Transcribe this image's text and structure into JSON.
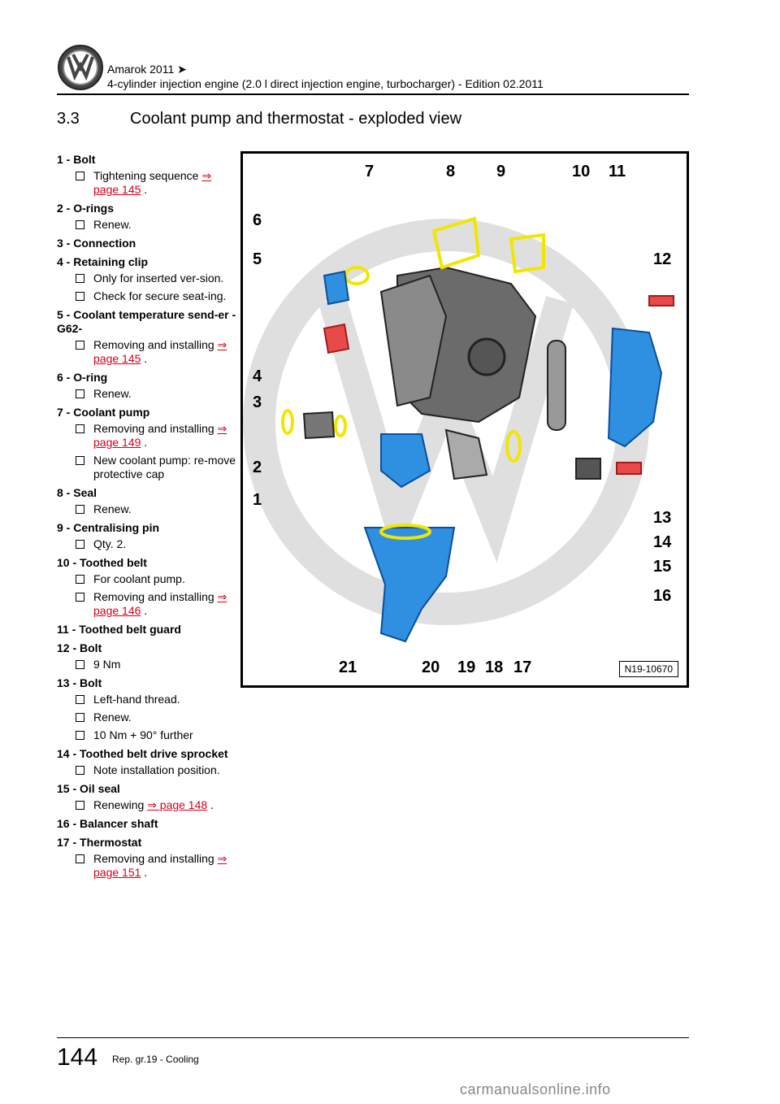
{
  "header": {
    "title": "Amarok 2011 ➤",
    "subtitle": "4-cylinder injection engine (2.0 l direct injection engine, turbocharger) - Edition 02.2011"
  },
  "section": {
    "number": "3.3",
    "title": "Coolant pump and thermostat - exploded view"
  },
  "items": [
    {
      "title": "1 - Bolt",
      "subs": [
        {
          "text": "Tightening sequence",
          "link": "⇒ page 145",
          "after": " ."
        }
      ]
    },
    {
      "title": "2 - O-rings",
      "subs": [
        {
          "text": "Renew."
        }
      ]
    },
    {
      "title": "3 - Connection",
      "subs": []
    },
    {
      "title": "4 - Retaining clip",
      "subs": [
        {
          "text": "Only for inserted ver-sion."
        },
        {
          "text": "Check for secure seat-ing."
        }
      ]
    },
    {
      "title": "5 - Coolant temperature send-er -G62-",
      "subs": [
        {
          "text": "Removing and installing",
          "link": "⇒ page 145",
          "after": " ."
        }
      ]
    },
    {
      "title": "6 - O-ring",
      "subs": [
        {
          "text": "Renew."
        }
      ]
    },
    {
      "title": "7 - Coolant pump",
      "subs": [
        {
          "text": "Removing and installing",
          "link": "⇒ page 149",
          "after": " ."
        },
        {
          "text": "New coolant pump: re-move protective cap"
        }
      ]
    },
    {
      "title": "8 - Seal",
      "subs": [
        {
          "text": "Renew."
        }
      ]
    },
    {
      "title": "9 - Centralising pin",
      "subs": [
        {
          "text": "Qty. 2."
        }
      ]
    },
    {
      "title": "10 - Toothed belt",
      "subs": [
        {
          "text": "For coolant pump."
        },
        {
          "text": "Removing and installing",
          "link": "⇒ page 146",
          "after": " ."
        }
      ]
    },
    {
      "title": "11 - Toothed belt guard",
      "subs": []
    },
    {
      "title": "12 - Bolt",
      "subs": [
        {
          "text": "9 Nm"
        }
      ]
    },
    {
      "title": "13 - Bolt",
      "subs": [
        {
          "text": "Left-hand thread."
        },
        {
          "text": "Renew."
        },
        {
          "text": "10 Nm + 90° further"
        }
      ]
    },
    {
      "title": "14 - Toothed belt drive sprocket",
      "subs": [
        {
          "text": "Note installation position."
        }
      ]
    },
    {
      "title": "15 - Oil seal",
      "subs": [
        {
          "text": "Renewing",
          "link": "⇒ page 148",
          "after": " ."
        }
      ]
    },
    {
      "title": "16 - Balancer shaft",
      "subs": []
    },
    {
      "title": "17 - Thermostat",
      "subs": [
        {
          "text": "Removing and installing",
          "link": "⇒ page 151",
          "after": " ."
        }
      ]
    }
  ],
  "figure": {
    "id": "N19-10670",
    "callouts": [
      "1",
      "2",
      "3",
      "4",
      "5",
      "6",
      "7",
      "8",
      "9",
      "10",
      "11",
      "12",
      "13",
      "14",
      "15",
      "16",
      "17",
      "18",
      "19",
      "20",
      "21"
    ]
  },
  "footer": {
    "page": "144",
    "text": "Rep. gr.19 - Cooling"
  },
  "site": "carmanualsonline.info",
  "colors": {
    "link": "#d6001c",
    "part_blue": "#2f8fe0",
    "seal_yellow": "#f2e600"
  }
}
